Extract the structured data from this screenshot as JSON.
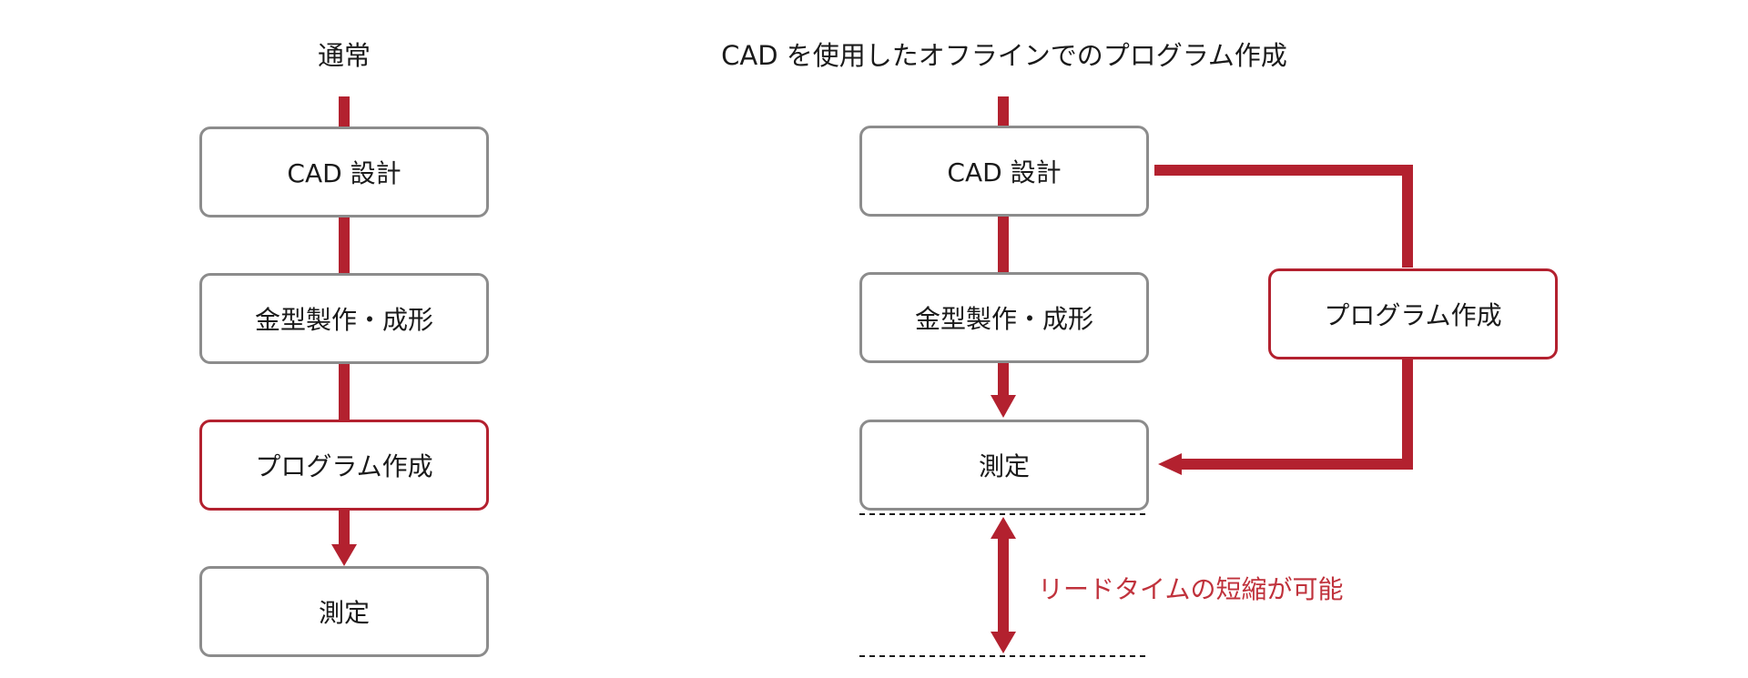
{
  "colors": {
    "accent": "#b3212f",
    "box_border": "#8c8c8c",
    "note_text": "#c0323c",
    "text": "#1a1a1a"
  },
  "left_flow": {
    "title": "通常",
    "steps": [
      "CAD 設計",
      "金型製作・成形",
      "プログラム作成",
      "測定"
    ]
  },
  "right_flow": {
    "title": "CAD を使用したオフラインでのプログラム作成",
    "steps": [
      "CAD 設計",
      "金型製作・成形",
      "測定"
    ],
    "branch_step": "プログラム作成",
    "note": "リードタイムの短縮が可能"
  }
}
